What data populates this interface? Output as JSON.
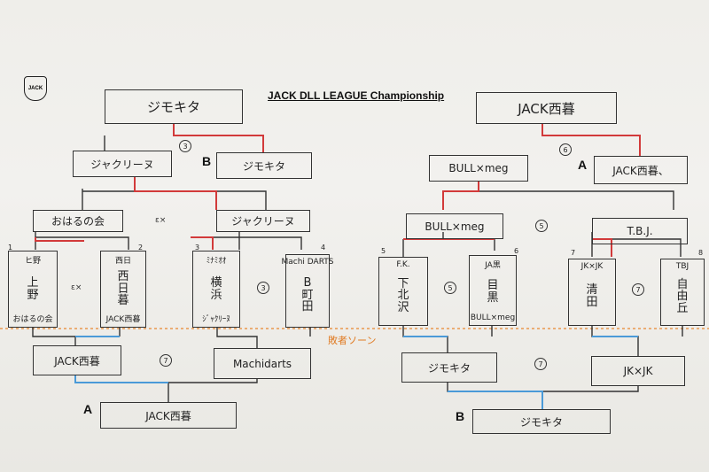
{
  "title": "JACK DLL LEAGUE Championship",
  "logo_text": "JACK",
  "loser_zone_label": "敗者ソーン",
  "colors": {
    "winner_line": "#d23a3a",
    "loser_line": "#4a9ad8",
    "divider": "#e8872e",
    "ink": "#2a2a2a"
  },
  "left": {
    "champion": "ジモキタ",
    "final_a": "ジャクリーヌ",
    "final_b": "ジモキタ",
    "final_b_label": "B",
    "final_round_no": "3",
    "semi_1": "おはるの会",
    "semi_2": "ジャクリーヌ",
    "semi_vs": "ε×",
    "team_1": {
      "seed": "1",
      "top": "ヒ野",
      "name": "上\n野",
      "bottom": "おはるの会"
    },
    "team_2": {
      "seed": "2",
      "top": "西日",
      "name": "西\n日\n暮",
      "bottom": "JACK西暮"
    },
    "team_3": {
      "seed": "3",
      "top": "ﾐﾅﾐｵｵ",
      "name": "横\n浜",
      "bottom": "ｼﾞｬｸﾘｰﾇ"
    },
    "team_4": {
      "seed": "4",
      "top": "Machi DARTS",
      "name": "B\n町\n田",
      "bottom": ""
    },
    "match_vs": "ε×",
    "match_no": "3",
    "loser_1": "JACK西暮",
    "loser_2": "Machidarts",
    "loser_no": "7",
    "loser_winner_label": "A",
    "loser_winner": "JACK西暮"
  },
  "right": {
    "champion": "JACK西暮",
    "final_a": "BULL×meg",
    "final_b": "JACK西暮、",
    "final_a_label": "A",
    "final_round_no": "6",
    "semi_1": "BULL×meg",
    "semi_2": "T.B.J.",
    "semi_no": "5",
    "team_1": {
      "seed": "5",
      "top": "F.K.",
      "name": "下\n北\n沢",
      "bottom": ""
    },
    "team_2": {
      "seed": "6",
      "top": "JA黒",
      "name": "目\n黒",
      "bottom": "BULL×meg"
    },
    "team_3": {
      "seed": "7",
      "top": "JK×JK",
      "name": "清\n田",
      "bottom": ""
    },
    "team_4": {
      "seed": "8",
      "top": "TBJ",
      "name": "自\n由\n丘",
      "bottom": ""
    },
    "match_no_1": "5",
    "match_no_2": "7",
    "loser_1": "ジモキタ",
    "loser_2": "JK×JK",
    "loser_no": "7",
    "loser_winner_label": "B",
    "loser_winner": "ジモキタ"
  }
}
